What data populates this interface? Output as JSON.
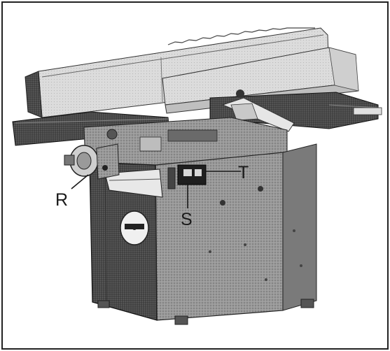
{
  "figure": {
    "image_name": "planer-thicknesser-machine-illustration",
    "callouts": {
      "r": "R",
      "s": "S",
      "t": "T"
    },
    "colors": {
      "ink": "#1a1a1a",
      "dark_body": "#4a4a4a",
      "mid_gray": "#8c8c8c",
      "light_gray": "#d6d6d6",
      "border": "#222222"
    }
  }
}
